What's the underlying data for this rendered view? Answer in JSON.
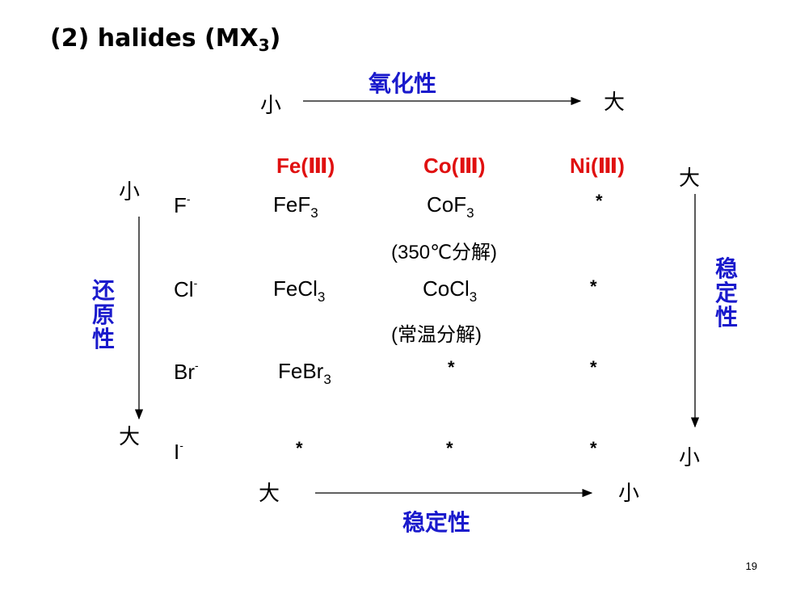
{
  "title": {
    "text": "(2) halides (MX",
    "sub": "3",
    "close": ")"
  },
  "top_axis": {
    "left": "小",
    "label": "氧化性",
    "right": "大"
  },
  "bottom_axis": {
    "left": "大",
    "label": "稳定性",
    "right": "小"
  },
  "left_axis": {
    "top": "小",
    "label": "还原性",
    "bottom": "大"
  },
  "right_axis": {
    "top": "大",
    "label": "稳定性",
    "bottom": "小"
  },
  "columns": [
    "Fe(Ⅲ)",
    "Co(Ⅲ)",
    "Ni(Ⅲ)"
  ],
  "rows": [
    {
      "halide": "F",
      "charge": "-",
      "fe": {
        "base": "FeF",
        "sub": "3"
      },
      "co": {
        "base": "CoF",
        "sub": "3"
      },
      "ni": "*",
      "co_note": {
        "open": "(350℃",
        "cjk": "分解",
        "close": ")"
      }
    },
    {
      "halide": "Cl",
      "charge": "-",
      "fe": {
        "base": "FeCl",
        "sub": "3"
      },
      "co": {
        "base": "CoCl",
        "sub": "3"
      },
      "ni": "*",
      "co_note": {
        "open": "(",
        "cjk": "常温分解",
        "close": ")"
      }
    },
    {
      "halide": "Br",
      "charge": "-",
      "fe": {
        "base": "FeBr",
        "sub": "3"
      },
      "co": "*",
      "ni": "*"
    },
    {
      "halide": "I",
      "charge": "-",
      "fe": "*",
      "co": "*",
      "ni": "*"
    }
  ],
  "page_number": "19"
}
